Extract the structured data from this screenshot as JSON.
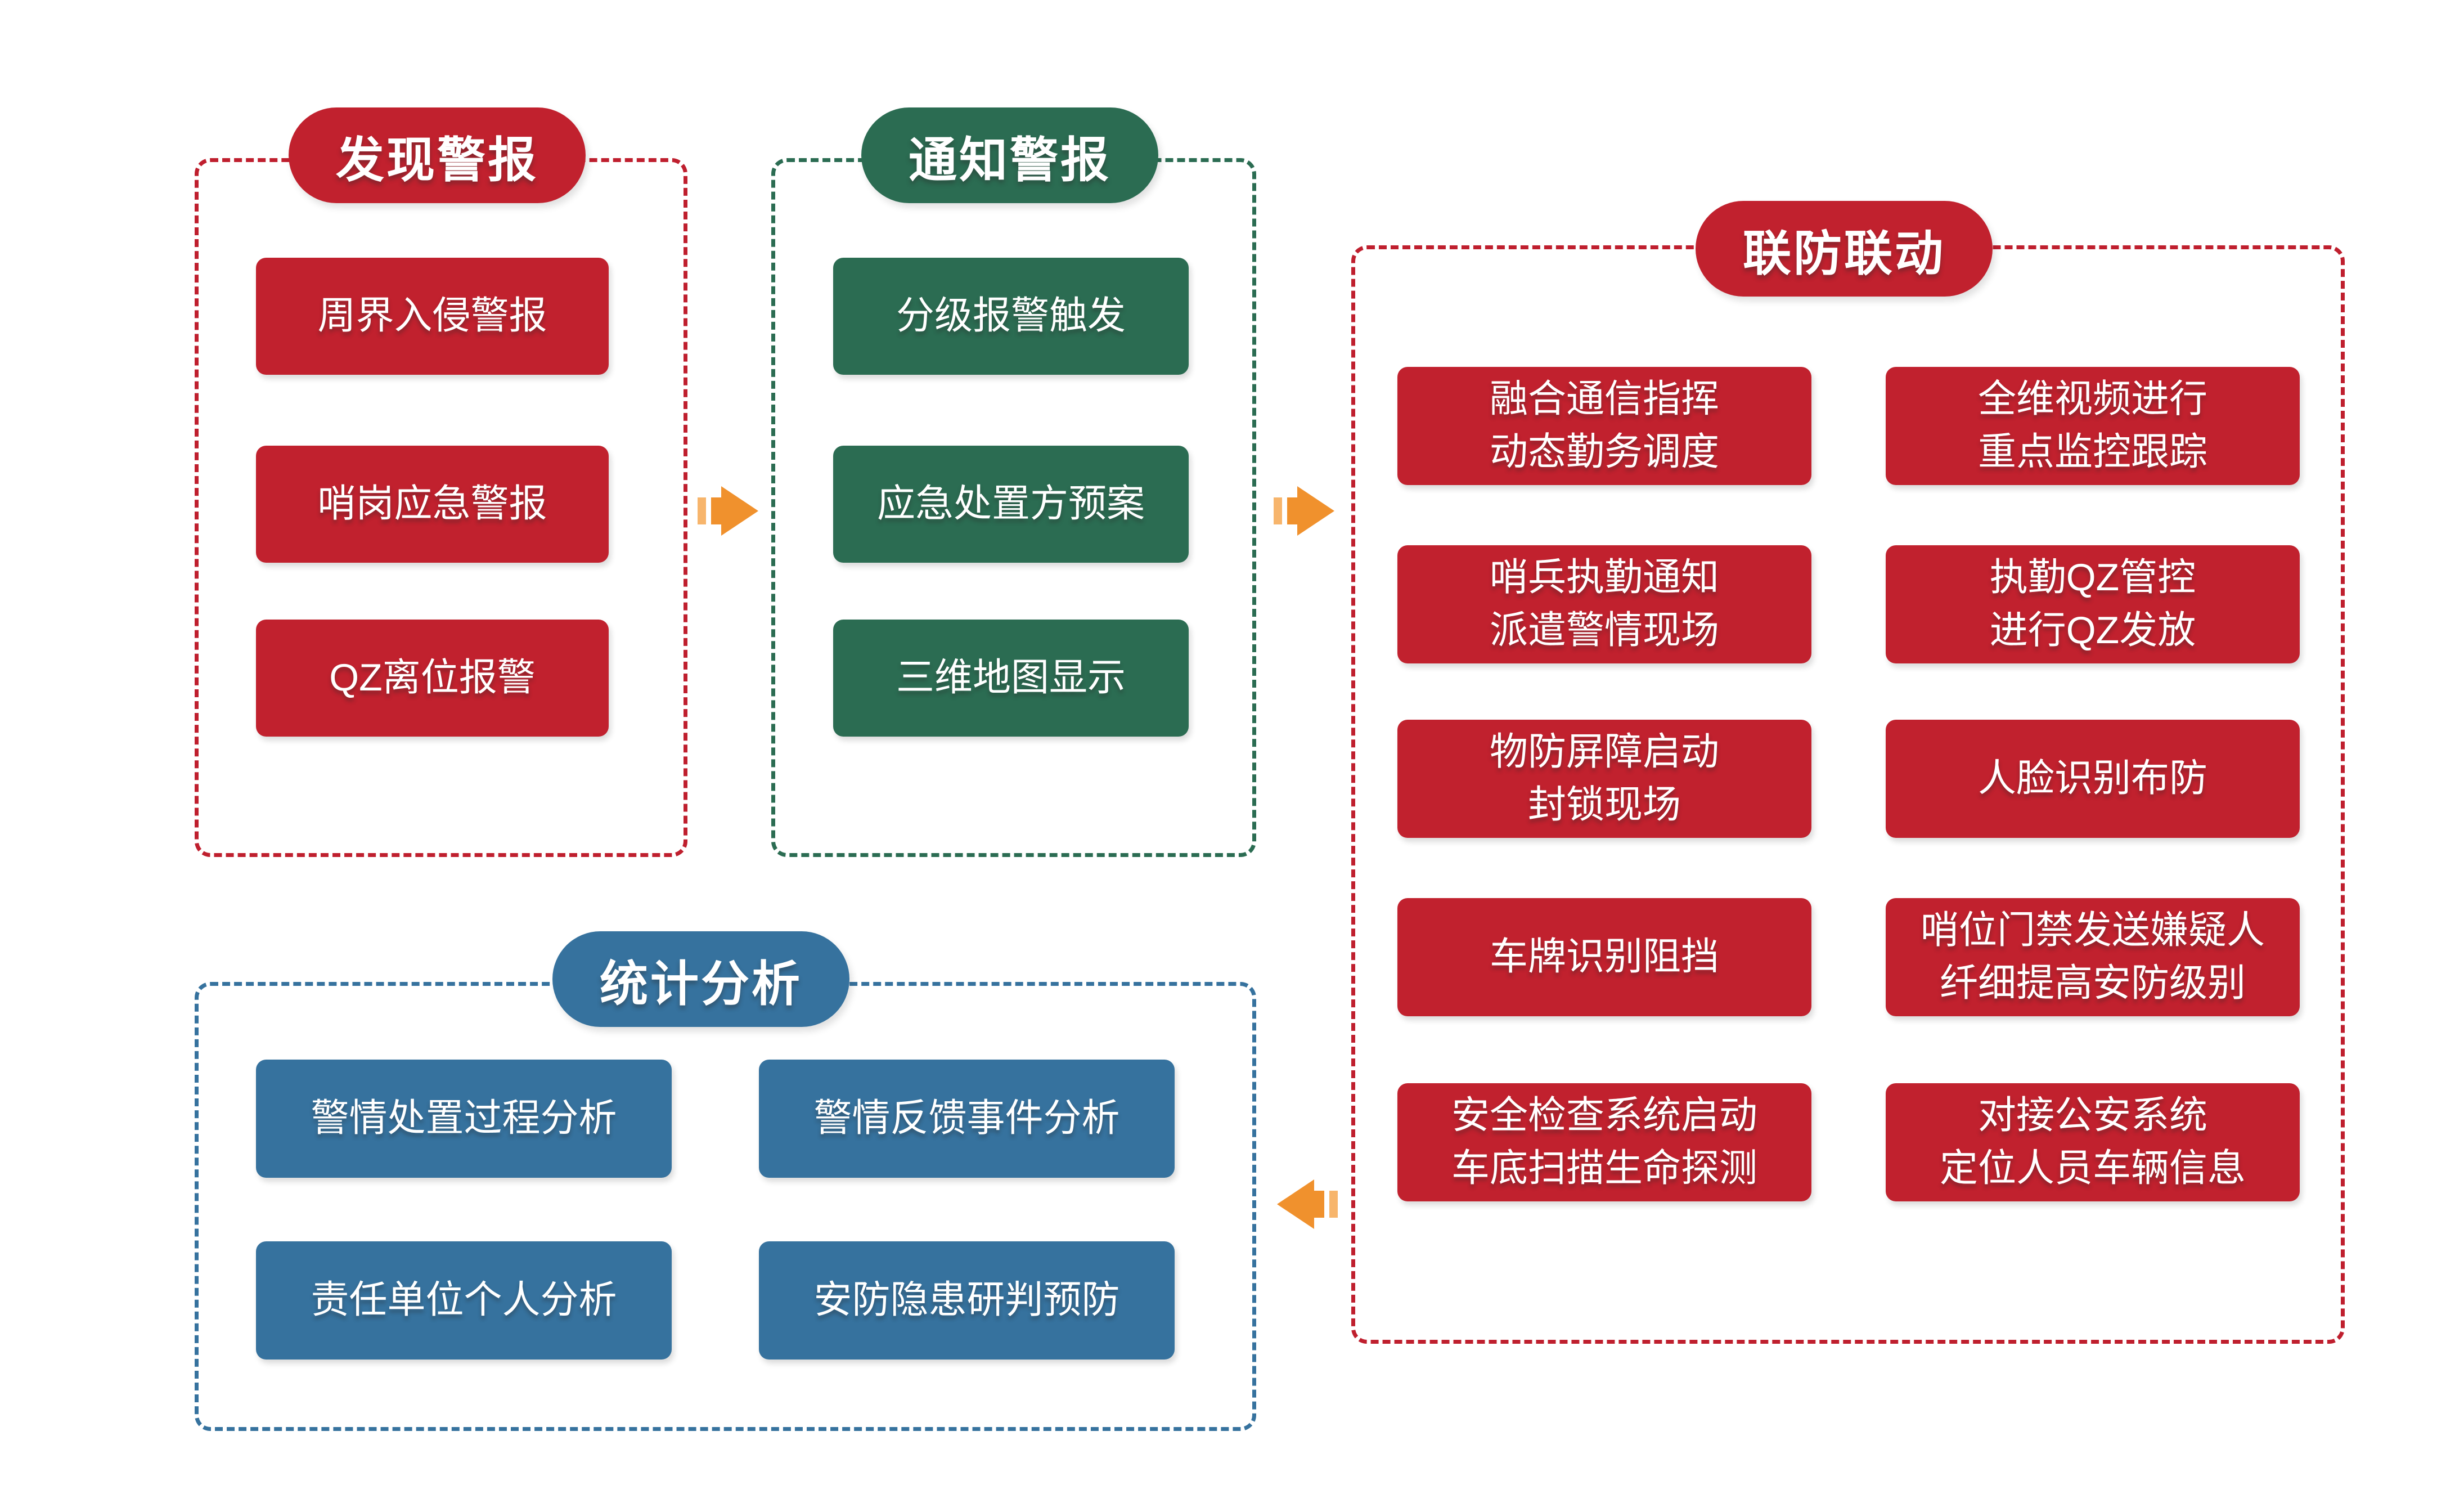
{
  "palette": {
    "red": "#c1212e",
    "green": "#2b6c52",
    "blue": "#36729e",
    "orange_arrow": "#f0912d",
    "background": "#ffffff",
    "text": "#ffffff"
  },
  "groups": {
    "discover": {
      "title": "发现警报",
      "items": [
        "周界入侵警报",
        "哨岗应急警报",
        "QZ离位报警"
      ]
    },
    "notify": {
      "title": "通知警报",
      "items": [
        "分级报警触发",
        "应急处置方预案",
        "三维地图显示"
      ]
    },
    "joint": {
      "title": "联防联动",
      "col_a": [
        {
          "l1": "融合通信指挥",
          "l2": "动态勤务调度"
        },
        {
          "l1": "哨兵执勤通知",
          "l2": "派遣警情现场"
        },
        {
          "l1": "物防屏障启动",
          "l2": "封锁现场"
        },
        {
          "l1": "车牌识别阻挡",
          "l2": ""
        },
        {
          "l1": "安全检查系统启动",
          "l2": "车底扫描生命探测"
        }
      ],
      "col_b": [
        {
          "l1": "全维视频进行",
          "l2": "重点监控跟踪"
        },
        {
          "l1": "执勤QZ管控",
          "l2": "进行QZ发放"
        },
        {
          "l1": "人脸识别布防",
          "l2": ""
        },
        {
          "l1": "哨位门禁发送嫌疑人",
          "l2": "纤细提高安防级别"
        },
        {
          "l1": "对接公安系统",
          "l2": "定位人员车辆信息"
        }
      ]
    },
    "stats": {
      "title": "统计分析",
      "items": [
        "警情处置过程分析",
        "警情反馈事件分析",
        "责任单位个人分析",
        "安防隐患研判预防"
      ]
    }
  },
  "arrows": [
    {
      "direction": "right",
      "from": "discover",
      "to": "notify"
    },
    {
      "direction": "right",
      "from": "notify",
      "to": "joint"
    },
    {
      "direction": "left",
      "from": "joint",
      "to": "stats"
    }
  ]
}
